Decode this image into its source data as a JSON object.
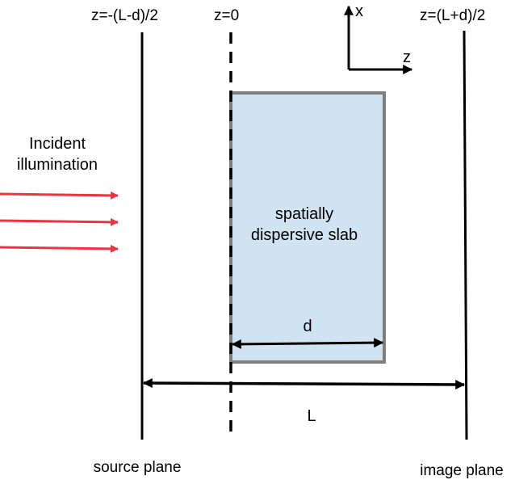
{
  "labels": {
    "z_source": "z=-(L-d)/2",
    "z_zero": "z=0",
    "z_image": "z=(L+d)/2",
    "axis_x": "x",
    "axis_z": "z",
    "incident_line1": "Incident",
    "incident_line2": "illumination",
    "slab_line1": "spatially",
    "slab_line2": "dispersive slab",
    "thickness": "d",
    "distance": "L",
    "source_plane": "source plane",
    "image_plane": "image plane"
  },
  "colors": {
    "slab_fill": "#cfe3f2",
    "slab_border": "#7f7f7f",
    "arrow_red": "#ee3340",
    "ink": "#000000"
  }
}
